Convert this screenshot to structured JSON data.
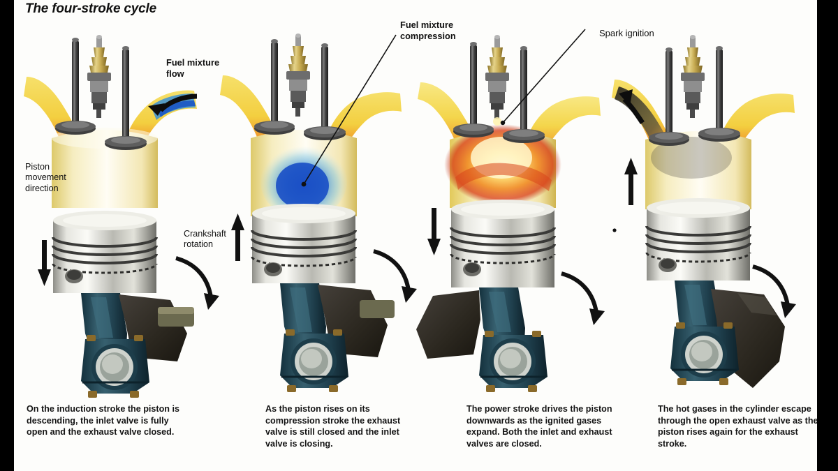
{
  "title": "The four-stroke cycle",
  "labels": {
    "fuel_mixture_flow": "Fuel mixture\nflow",
    "piston_movement_direction": "Piston\nmovement\ndirection",
    "crankshaft_rotation": "Crankshaft\nrotation",
    "fuel_mixture_compression": "Fuel mixture\ncompression",
    "spark_ignition": "Spark ignition"
  },
  "panels": [
    {
      "stroke": "induction",
      "caption": "On the induction stroke the piston is descending, the inlet valve is fully open and the exhaust valve closed.",
      "piston_direction": "down",
      "piston_position": "low",
      "inlet_valve": "open",
      "exhaust_valve": "closed",
      "gas_color": "#2f7fd0",
      "port_color": "#f2d24a"
    },
    {
      "stroke": "compression",
      "caption": "As the piston rises on its compression stroke the exhaust valve is still closed and the inlet valve is closing.",
      "piston_direction": "up",
      "piston_position": "high",
      "inlet_valve": "closing",
      "exhaust_valve": "closed",
      "gas_color": "#1b56c4",
      "port_color": "#f2d24a"
    },
    {
      "stroke": "power",
      "caption": "The power stroke drives the piston downwards as the ignited gases expand. Both the inlet and exhaust valves are closed.",
      "piston_direction": "down",
      "piston_position": "mid",
      "inlet_valve": "closed",
      "exhaust_valve": "closed",
      "gas_color": "#e8511c",
      "port_color": "#f2d24a"
    },
    {
      "stroke": "exhaust",
      "caption": "The hot gases in the cylinder escape through the open exhaust valve as the piston rises again for the exhaust stroke.",
      "piston_direction": "up",
      "piston_position": "high",
      "inlet_valve": "closed",
      "exhaust_valve": "open",
      "gas_color": "#4a4a46",
      "port_color": "#f2d24a"
    }
  ],
  "colors": {
    "background": "#fdfdfb",
    "letterbox": "#000000",
    "piston_metal": "#c9c9c4",
    "conrod_teal": "#2c4f5c",
    "crank_dark": "#332e26",
    "sparkplug_brass": "#cdb35e",
    "valve_steel": "#4b4b4b",
    "port_yellow": "#f2d24a",
    "port_orange": "#ef7420",
    "text": "#141414"
  }
}
